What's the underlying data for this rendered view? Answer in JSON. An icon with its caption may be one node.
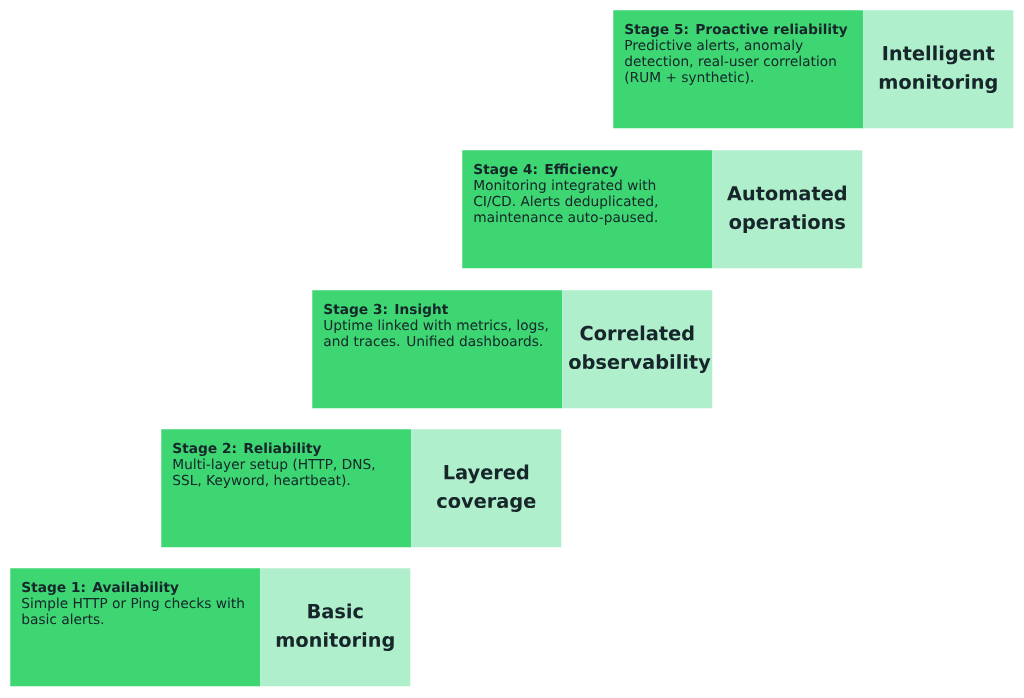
{
  "diagram": {
    "nodes": [
      {
        "text": [
          "Stage 5: Proactive reliability",
          "Predictive alerts, anomaly detection, real-user correlation (RUM + synthetic)."
        ]
      },
      {
        "text": [
          "Intelligent monitoring"
        ]
      },
      {
        "text": [
          "Stage 4: Efficiency",
          "Monitoring integrated with CI/CD. Alerts deduplicated, maintenance auto-paused."
        ]
      },
      {
        "text": [
          "Automated operations"
        ]
      },
      {
        "text": [
          "Stage 3: Insight",
          "Uptime linked with metrics, logs, and traces. Unified dashboards."
        ]
      },
      {
        "text": [
          "Correlated observability"
        ]
      },
      {
        "text": [
          "Stage 2: Reliability",
          "Multi-layer setup (HTTP, DNS, SSL, Keyword, heartbeat)."
        ]
      },
      {
        "text": [
          "Layered coverage"
        ]
      },
      {
        "text": [
          "Stage 1: Availability",
          "Simple HTTP or Ping checks with basic alerts."
        ]
      },
      {
        "text": [
          "Basic monitoring"
        ]
      }
    ]
  }
}
